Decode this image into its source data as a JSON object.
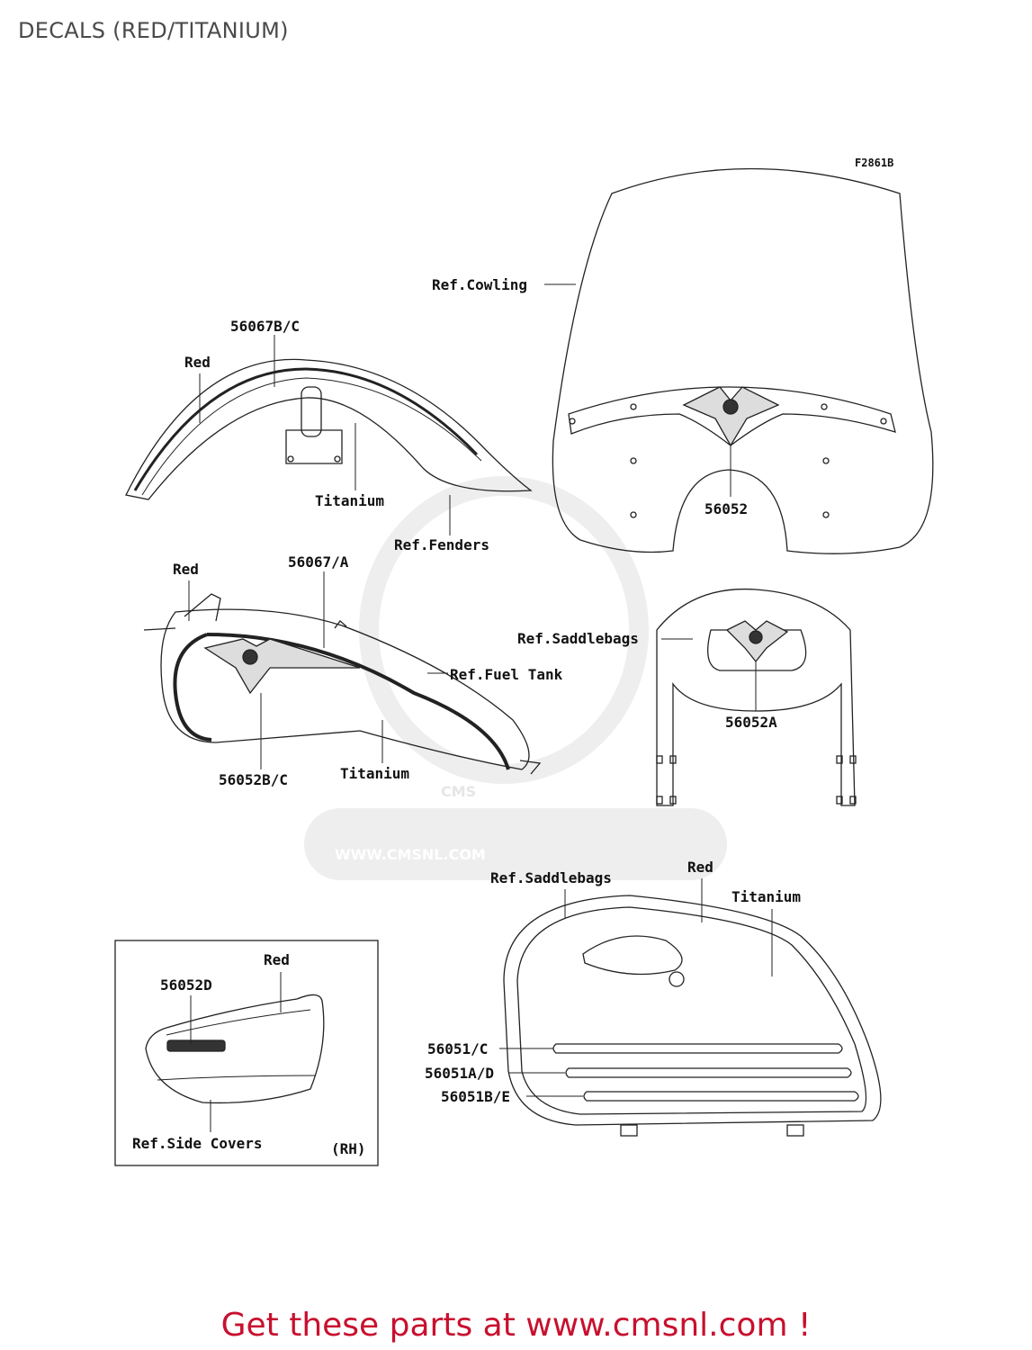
{
  "title": "DECALS (RED/TITANIUM)",
  "footer": "Get these parts at www.cmsnl.com !",
  "figure_code": "F2861B",
  "watermark": {
    "brand": "CMS",
    "url": "WWW.CMSNL.COM"
  },
  "labels": {
    "ref_cowling": "Ref.Cowling",
    "fender_part": "56067B/C",
    "fender_red": "Red",
    "fender_titanium": "Titanium",
    "ref_fenders": "Ref.Fenders",
    "windshield_part": "56052",
    "tank_red": "Red",
    "tank_part": "56067/A",
    "ref_fuel_tank": "Ref.Fuel Tank",
    "tank_emblem_part": "56052B/C",
    "tank_titanium": "Titanium",
    "ref_saddlebags_top": "Ref.Saddlebags",
    "backrest_part": "56052A",
    "ref_saddlebags_bag": "Ref.Saddlebags",
    "bag_red": "Red",
    "bag_titanium": "Titanium",
    "stripe_1": "56051/C",
    "stripe_2": "56051A/D",
    "stripe_3": "56051B/E",
    "side_red": "Red",
    "side_part": "56052D",
    "ref_side_covers": "Ref.Side Covers",
    "rh": "(RH)"
  }
}
